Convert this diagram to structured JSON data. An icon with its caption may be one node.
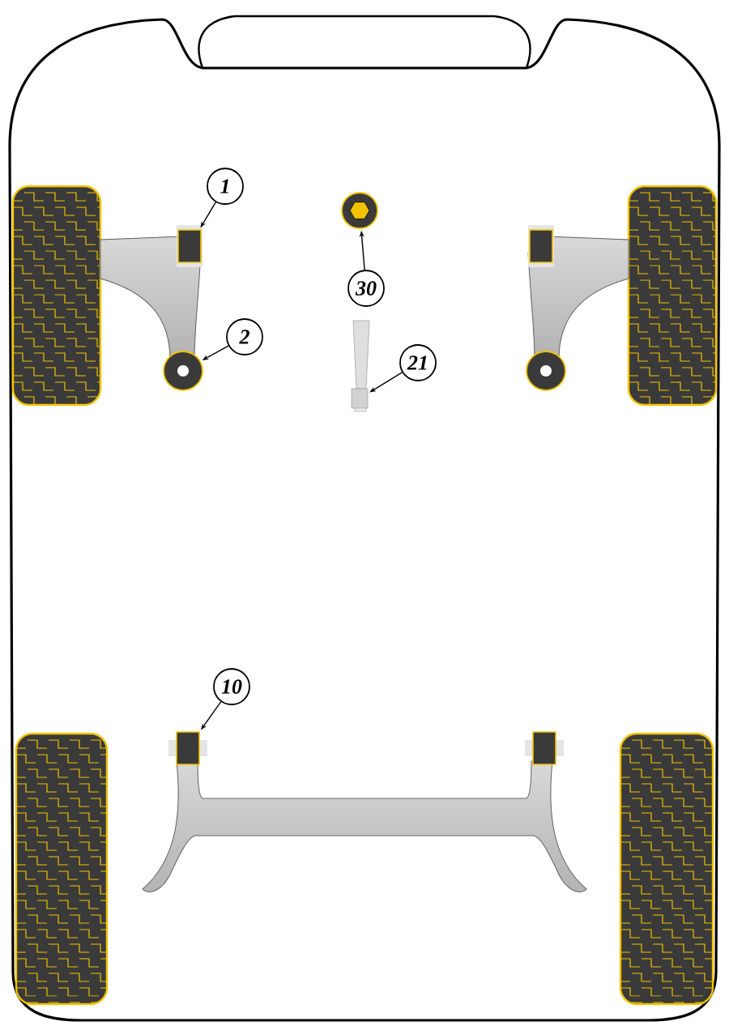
{
  "diagram": {
    "nodes": [
      {
        "text": [
          "1"
        ]
      },
      {
        "text": [],
        "shape": "cylinder"
      },
      {
        "text": [
          "2"
        ]
      },
      {
        "text": [],
        "shape": "circle"
      },
      {
        "text": [
          "30"
        ]
      },
      {
        "text": [],
        "shape": "circle"
      },
      {
        "text": [
          "21"
        ]
      },
      {
        "text": [],
        "shape": "cylinder"
      },
      {
        "text": [
          "10"
        ]
      },
      {
        "text": [],
        "shape": "cylinder"
      },
      {
        "text": [],
        "shape": "cylinder"
      },
      {
        "text": [],
        "shape": "circle"
      },
      {
        "text": [],
        "shape": "cylinder"
      }
    ],
    "edges": [
      {
        "from": 0,
        "to": 1,
        "arrow": "to"
      },
      {
        "from": 2,
        "to": 3,
        "arrow": "to"
      },
      {
        "from": 4,
        "to": 5,
        "arrow": "to"
      },
      {
        "from": 6,
        "to": 7,
        "arrow": "to"
      },
      {
        "from": 8,
        "to": 9,
        "arrow": "to"
      }
    ]
  }
}
